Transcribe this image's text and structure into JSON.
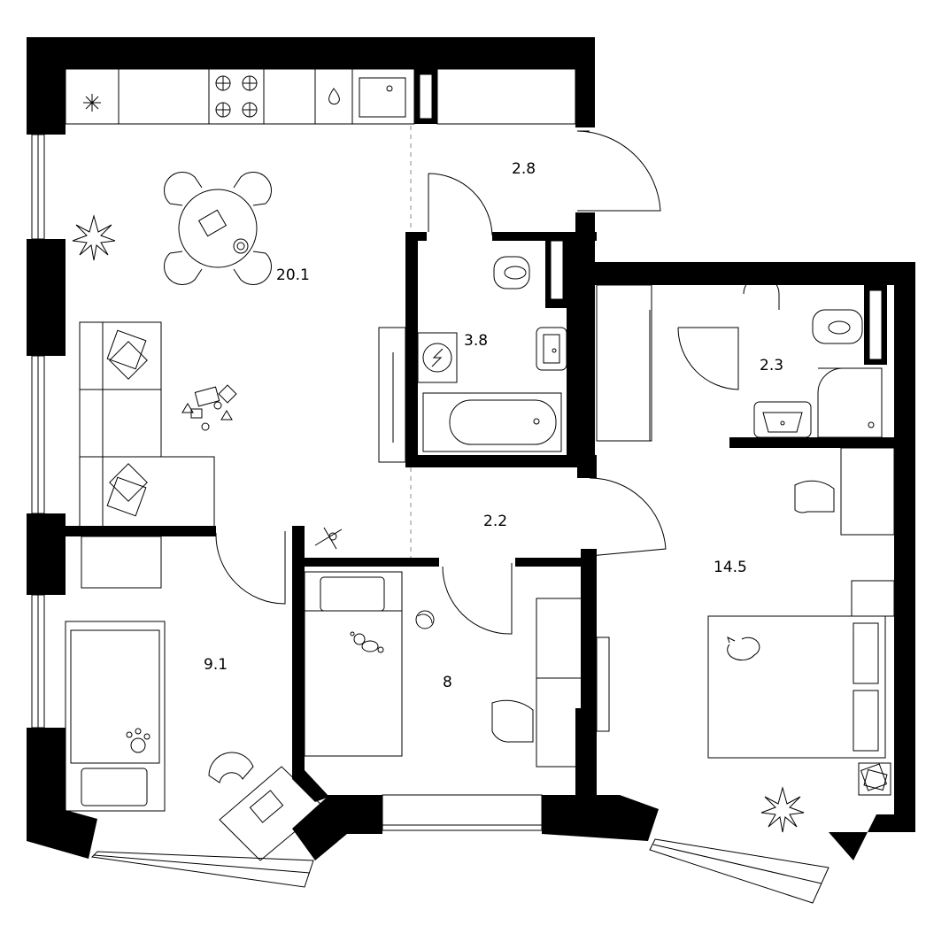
{
  "floor_plan": {
    "rooms": [
      {
        "id": "living-kitchen",
        "area": "20.1"
      },
      {
        "id": "hall-top",
        "area": "2.8"
      },
      {
        "id": "bathroom",
        "area": "3.8"
      },
      {
        "id": "wc",
        "area": "2.3"
      },
      {
        "id": "hall-center",
        "area": "2.2"
      },
      {
        "id": "bedroom-left",
        "area": "9.1"
      },
      {
        "id": "bedroom-kids",
        "area": "8"
      },
      {
        "id": "bedroom-main",
        "area": "14.5"
      }
    ],
    "icons": [
      "snowflake-icon",
      "hob-icon",
      "sink-icon",
      "plant-icon",
      "dining-table-icon",
      "sofa-icon",
      "toys-icon",
      "toilet-icon",
      "washing-machine-icon",
      "bathtub-icon",
      "shower-icon",
      "bed-icon",
      "desk-icon",
      "chair-icon",
      "plane-toy-icon",
      "ball-icon",
      "teddy-icon",
      "cat-icon",
      "books-icon"
    ]
  }
}
